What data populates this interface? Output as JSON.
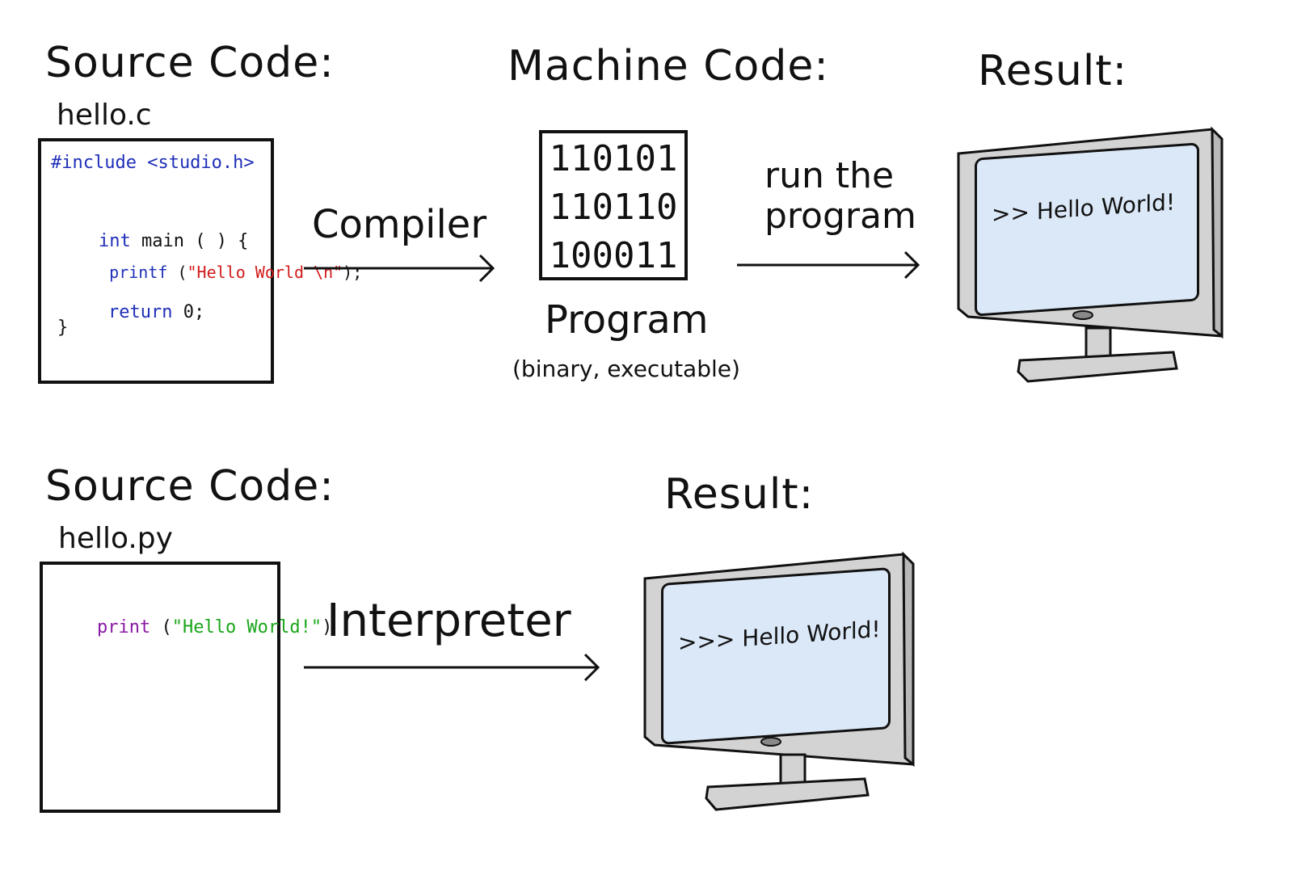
{
  "top": {
    "source_title": "Source Code:",
    "source_filename": "hello.c",
    "code": {
      "include": "#include <studio.h>",
      "main_kw": "int",
      "main_rest": " main ( ) {",
      "printf_fn": "printf",
      "printf_open": " (",
      "printf_str": "\"Hello World \\n\"",
      "printf_close": ");",
      "return_kw": "return",
      "return_rest": " 0;",
      "close": "}"
    },
    "compiler_label": "Compiler",
    "machine_title": "Machine Code:",
    "binary": [
      "110101",
      "110110",
      "100011"
    ],
    "program_label": "Program",
    "program_sub": "(binary, executable)",
    "run_label_1": "run the",
    "run_label_2": "program",
    "result_title": "Result:",
    "result_output": ">> Hello World!"
  },
  "bottom": {
    "source_title": "Source Code:",
    "source_filename": "hello.py",
    "code": {
      "print_fn": "print",
      "print_open": " (",
      "print_str": "\"Hello World!\"",
      "print_close": ")"
    },
    "interpreter_label": "Interpreter",
    "result_title": "Result:",
    "result_output": ">>> Hello World!"
  },
  "colors": {
    "keyword_blue": "#1f2fb8",
    "string_red": "#d11a1a",
    "python_purple": "#8a1aa6",
    "python_green": "#1aa61a",
    "screen_fill": "#dbe8f8",
    "monitor_gray": "#d3d3d3"
  }
}
